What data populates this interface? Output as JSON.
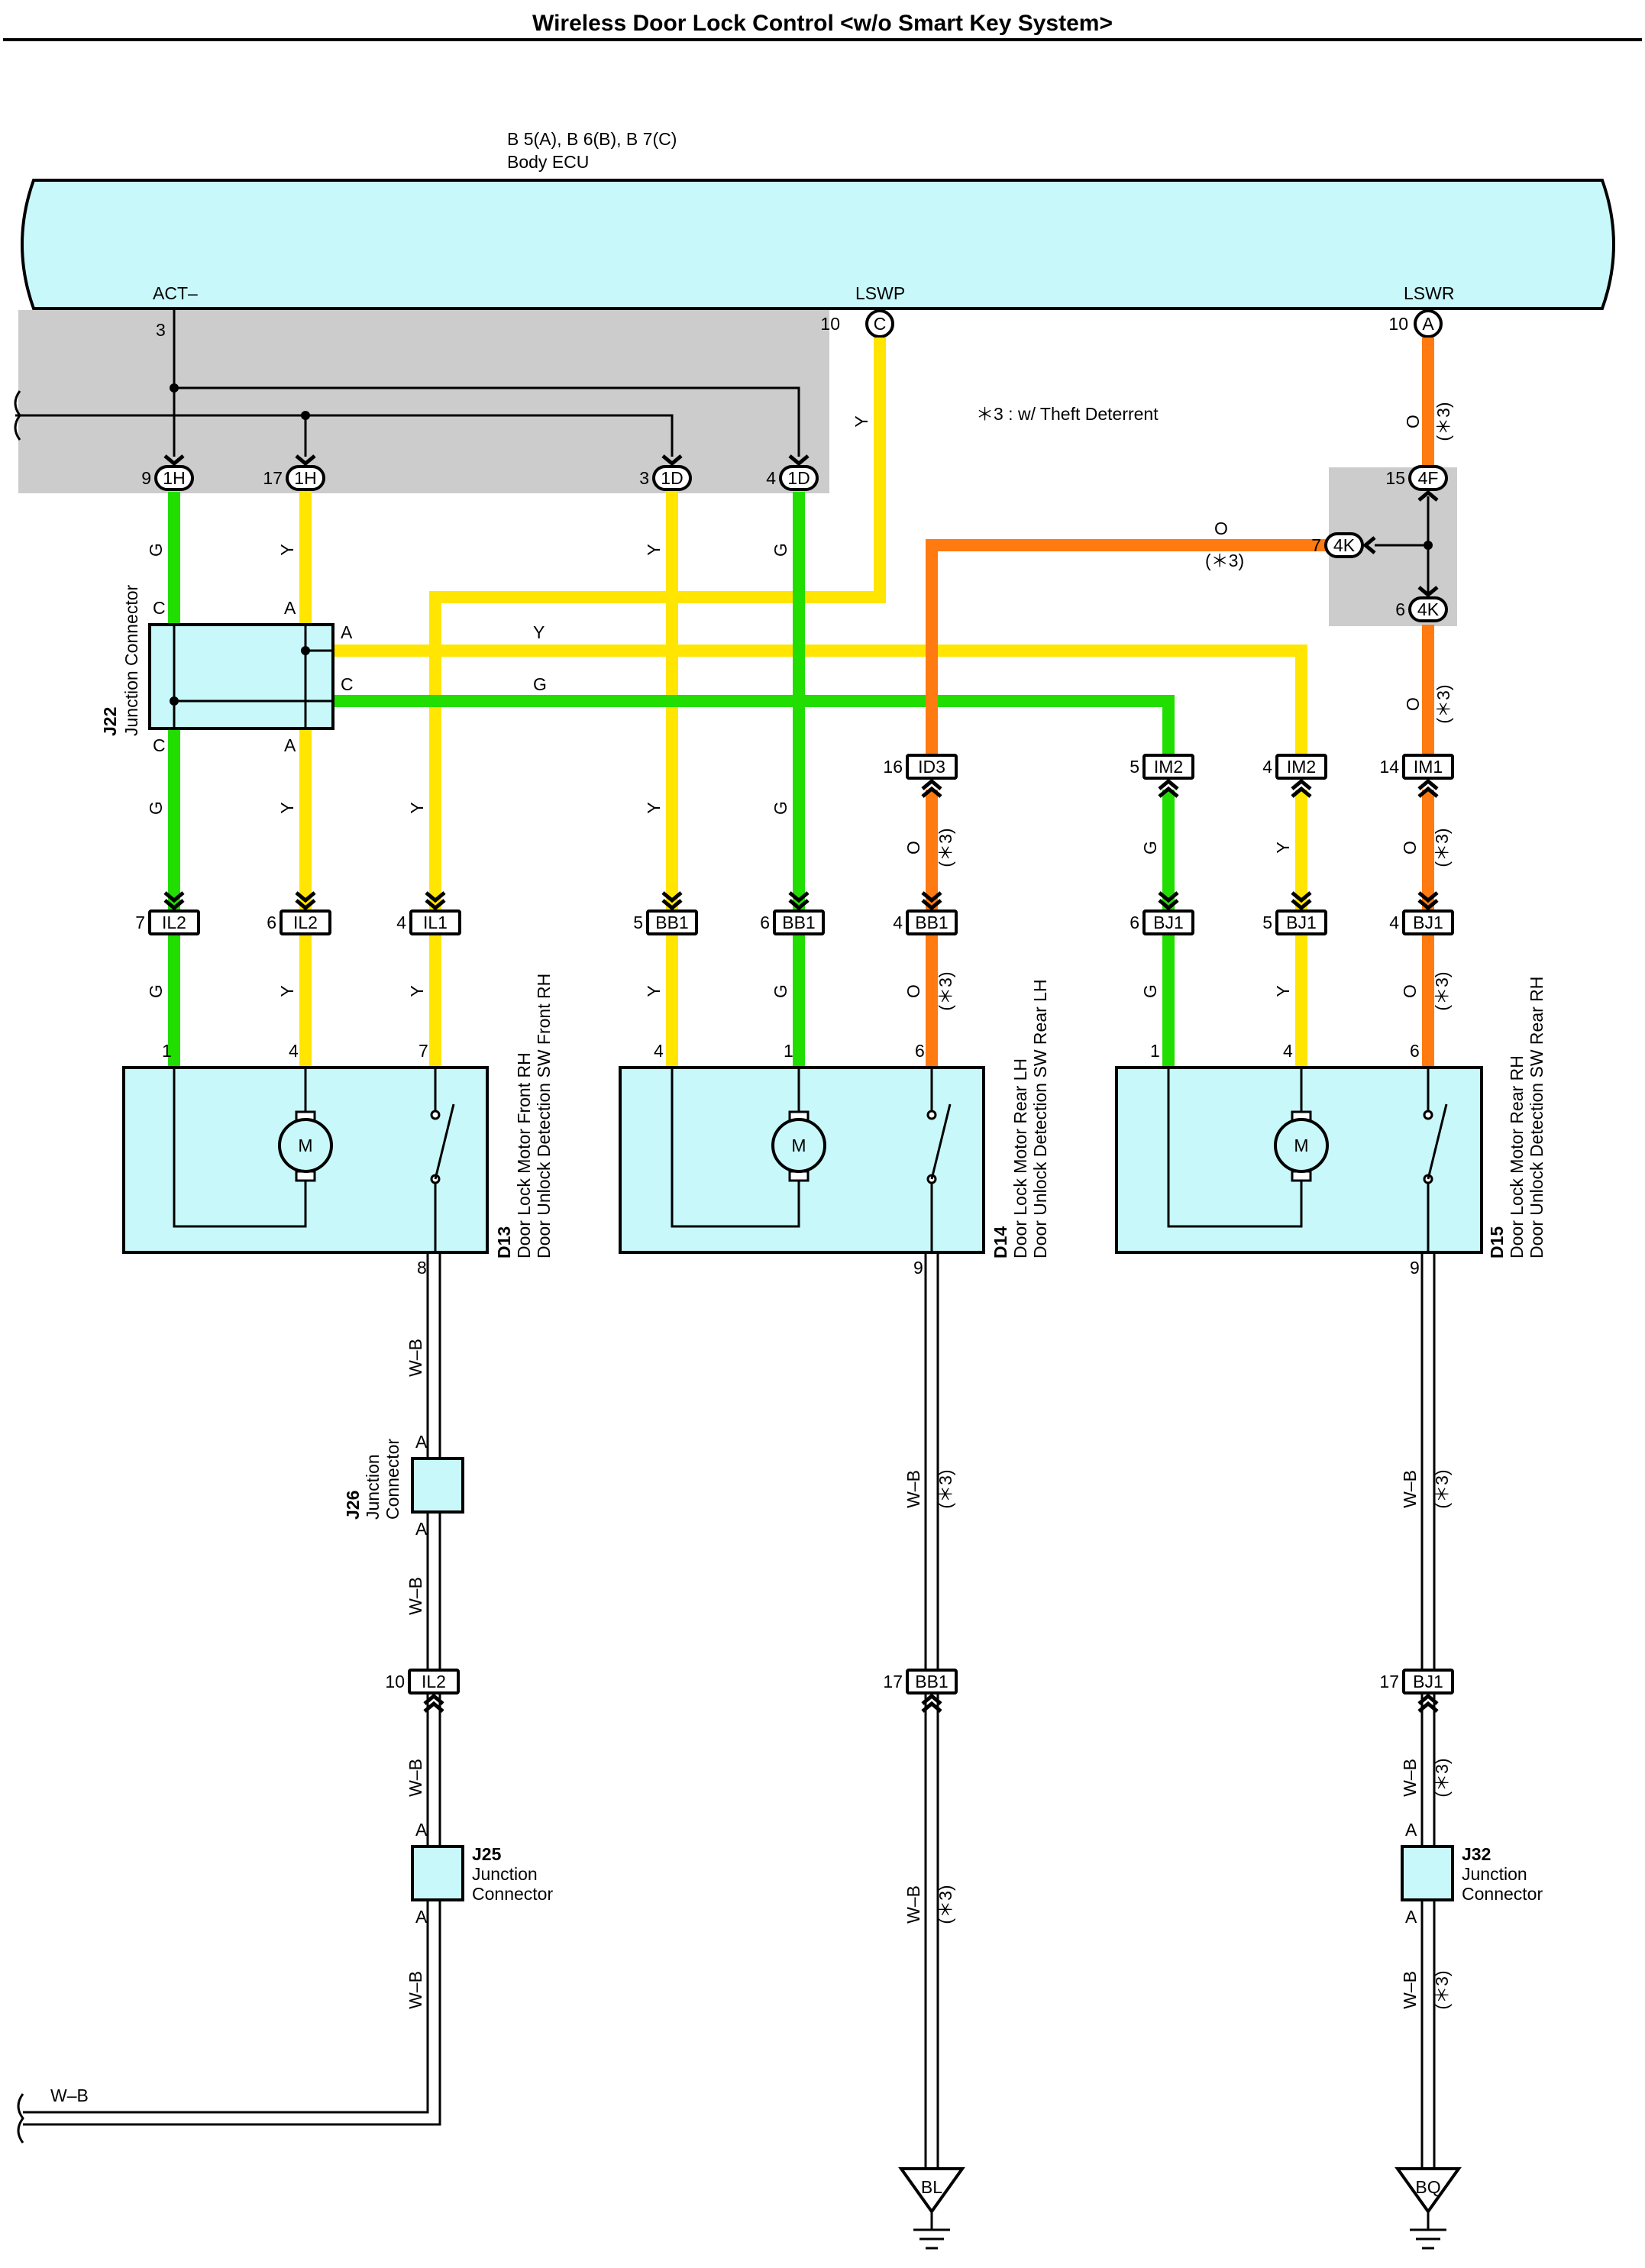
{
  "title": "Wireless Door Lock Control <w/o Smart Key System>",
  "ecu": {
    "ref": "B 5(A), B 6(B), B 7(C)",
    "name": "Body ECU",
    "pins": [
      {
        "label": "ACT–",
        "num": "3"
      },
      {
        "label": "LSWP",
        "num": "10",
        "conn": "C"
      },
      {
        "label": "LSWR",
        "num": "10",
        "conn": "A"
      }
    ]
  },
  "note": "＊3 : w/ Theft Deterrent",
  "wire_codes": {
    "green": "G",
    "yellow": "Y",
    "orange": "O",
    "wb": "W–B",
    "note": "(＊3)"
  },
  "colors": {
    "green": "#22dd00",
    "yellow": "#ffe500",
    "orange": "#ff7a10",
    "component": "#c8f8fa",
    "shaded": "#cccccc"
  },
  "connectors": [
    {
      "pin": "9",
      "id": "1H"
    },
    {
      "pin": "17",
      "id": "1H"
    },
    {
      "pin": "3",
      "id": "1D"
    },
    {
      "pin": "4",
      "id": "1D"
    },
    {
      "pin": "15",
      "id": "4F"
    },
    {
      "pin": "7",
      "id": "4K"
    },
    {
      "pin": "6",
      "id": "4K"
    },
    {
      "pin": "16",
      "id": "ID3"
    },
    {
      "pin": "5",
      "id": "IM2"
    },
    {
      "pin": "4",
      "id": "IM2"
    },
    {
      "pin": "14",
      "id": "IM1"
    },
    {
      "pin": "7",
      "id": "IL2"
    },
    {
      "pin": "6",
      "id": "IL2"
    },
    {
      "pin": "4",
      "id": "IL1"
    },
    {
      "pin": "5",
      "id": "BB1"
    },
    {
      "pin": "6",
      "id": "BB1"
    },
    {
      "pin": "4",
      "id": "BB1"
    },
    {
      "pin": "6",
      "id": "BJ1"
    },
    {
      "pin": "5",
      "id": "BJ1"
    },
    {
      "pin": "4",
      "id": "BJ1"
    },
    {
      "pin": "10",
      "id": "IL2"
    },
    {
      "pin": "17",
      "id": "BB1"
    },
    {
      "pin": "17",
      "id": "BJ1"
    }
  ],
  "junctions": [
    {
      "id": "J22",
      "name": "Junction Connector",
      "pins": [
        "C",
        "A",
        "A",
        "C",
        "C",
        "A"
      ]
    },
    {
      "id": "J26",
      "name1": "Junction",
      "name2": "Connector",
      "pins": [
        "A",
        "A"
      ]
    },
    {
      "id": "J25",
      "name1": "Junction",
      "name2": "Connector",
      "pins": [
        "A",
        "A"
      ]
    },
    {
      "id": "J32",
      "name1": "Junction",
      "name2": "Connector",
      "pins": [
        "A",
        "A"
      ]
    }
  ],
  "components": [
    {
      "id": "D13",
      "line1": "Door Lock Motor Front RH",
      "line2": "Door Unlock Detection SW Front RH",
      "pins": [
        "1",
        "4",
        "7"
      ],
      "ground_pin": "8"
    },
    {
      "id": "D14",
      "line1": "Door Lock Motor Rear LH",
      "line2": "Door Unlock Detection SW Rear LH",
      "pins": [
        "4",
        "1",
        "6"
      ],
      "ground_pin": "9"
    },
    {
      "id": "D15",
      "line1": "Door Lock Motor Rear RH",
      "line2": "Door Unlock Detection SW Rear RH",
      "pins": [
        "1",
        "4",
        "6"
      ],
      "ground_pin": "9"
    }
  ],
  "motor_label": "M",
  "grounds": [
    "BL",
    "BQ"
  ]
}
